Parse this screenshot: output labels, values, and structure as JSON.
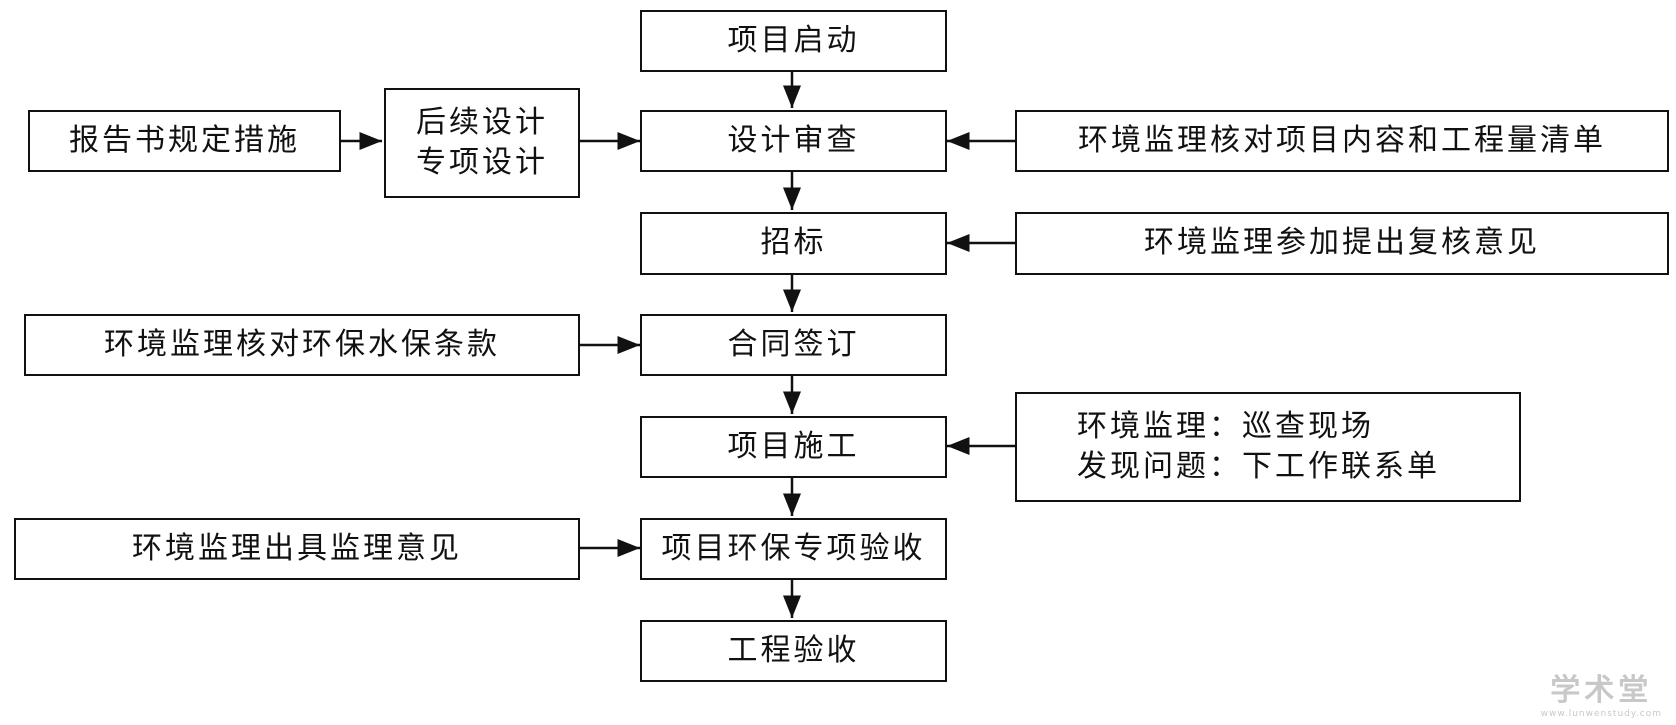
{
  "nodes": {
    "start": "项目启动",
    "design_review": "设计审查",
    "bidding": "招标",
    "contract": "合同签订",
    "construction": "项目施工",
    "env_acceptance": "项目环保专项验收",
    "final_acceptance": "工程验收",
    "report_measures": "报告书规定措施",
    "followup_design": [
      "后续设计",
      "专项设计"
    ],
    "check_content": "环境监理核对项目内容和工程量清单",
    "review_opinion": "环境监理参加提出复核意见",
    "check_clauses": "环境监理核对环保水保条款",
    "site_patrol": [
      "环境监理：巡查现场",
      "发现问题：下工作联系单"
    ],
    "issue_opinion": "环境监理出具监理意见"
  },
  "watermark": {
    "title": "学术堂",
    "url": "www.lunwenstudy.com"
  }
}
